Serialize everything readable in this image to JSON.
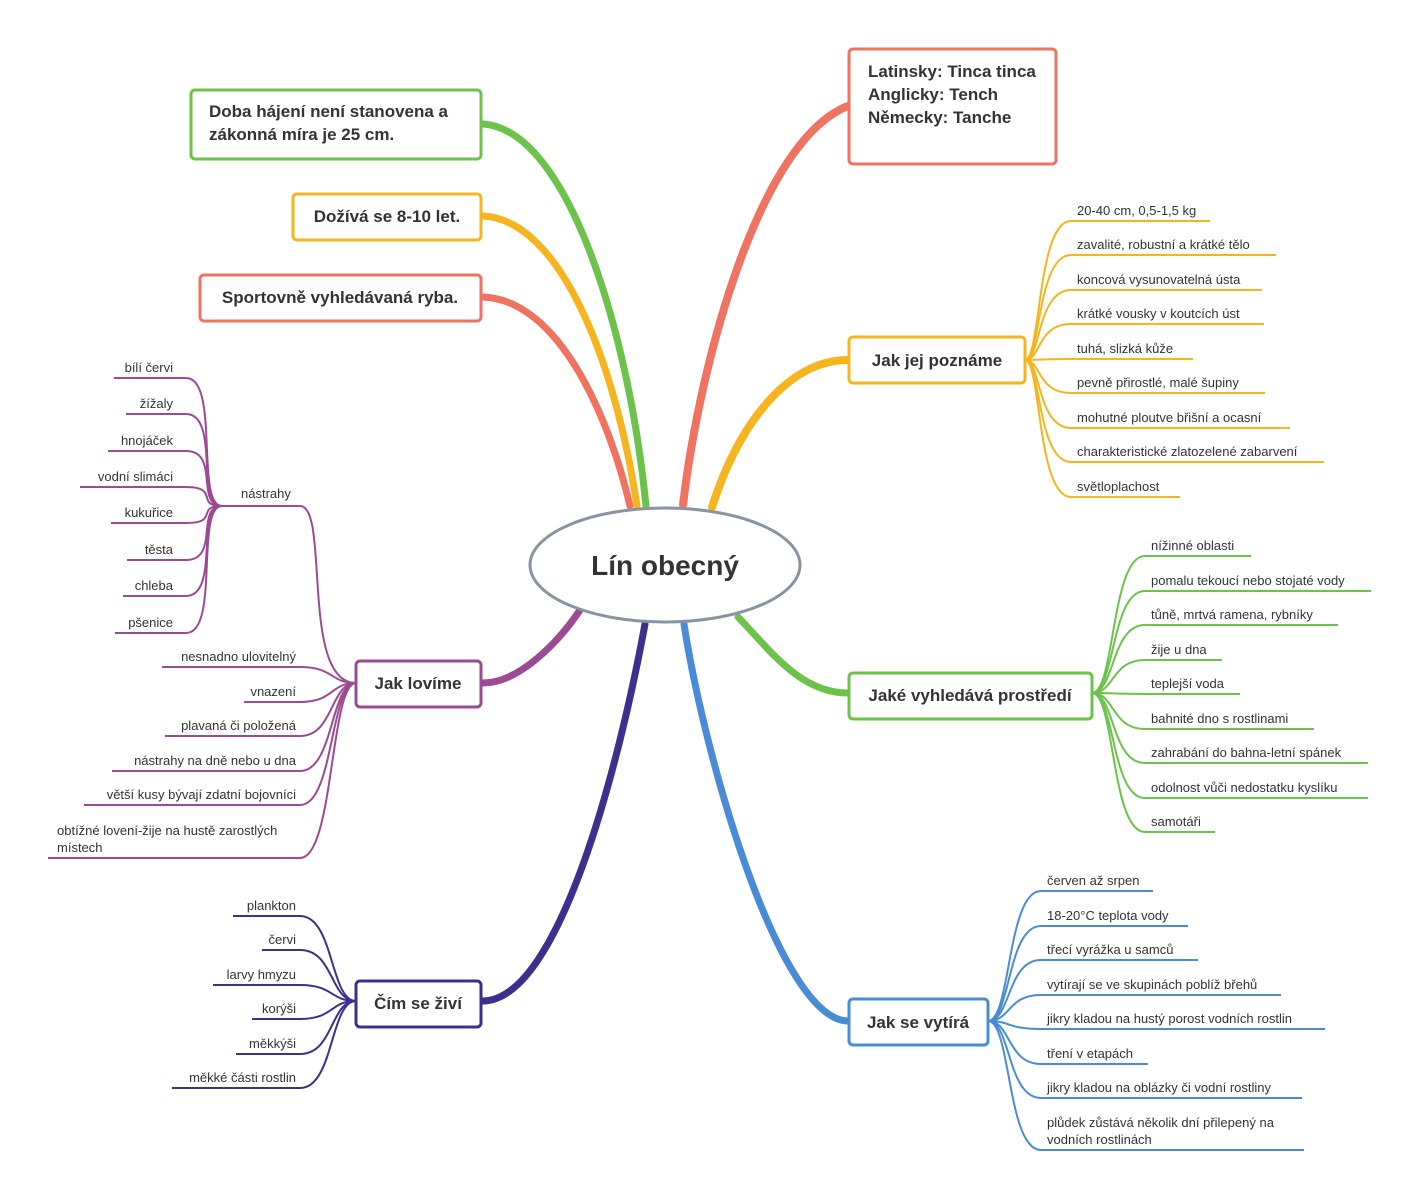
{
  "central": {
    "title": "Lín obecný",
    "border_color": "#8a94a0"
  },
  "branches": [
    {
      "id": "names",
      "color": "#f07361",
      "lines": [
        "Latinsky: Tinca tinca",
        "Anglicky: Tench",
        "Německy: Tanche"
      ],
      "children": []
    },
    {
      "id": "identify",
      "color": "#f6b51e",
      "lines": [
        "Jak jej poznáme"
      ],
      "children": [
        "20-40 cm, 0,5-1,5 kg",
        "zavalité, robustní a krátké tělo",
        "koncová vysunovatelná ústa",
        "krátké vousky v koutcích úst",
        "tuhá, slizká kůže",
        "pevně přirostlé, malé šupiny",
        "mohutné ploutve břišní a ocasní",
        "charakteristické zlatozelené zabarvení",
        "světloplachost"
      ]
    },
    {
      "id": "habitat",
      "color": "#6cc24a",
      "lines": [
        "Jaké vyhledává prostředí"
      ],
      "children": [
        "nížinné oblasti",
        "pomalu tekoucí nebo stojaté vody",
        "tůně, mrtvá ramena, rybníky",
        "žije u dna",
        "teplejší voda",
        "bahnité dno s rostlinami",
        "zahrabání do bahna-letní spánek",
        "odolnost vůči nedostatku kyslíku",
        "samotáři"
      ]
    },
    {
      "id": "spawning",
      "color": "#4a8bd6",
      "lines": [
        "Jak se vytírá"
      ],
      "children": [
        "červen až srpen",
        "18-20°C teplota vody",
        "třecí vyrážka u samců",
        "vytírají se ve skupinách poblíž břehů",
        "jikry kladou na hustý porost vodních rostlin",
        "tření v etapách",
        "jikry kladou na oblázky či vodní rostliny",
        "plůdek zůstává několik dní přilepený na vodních rostlinách"
      ]
    },
    {
      "id": "food",
      "color": "#3d2f8e",
      "lines": [
        "Čím se živí"
      ],
      "children": [
        "plankton",
        "červi",
        "larvy hmyzu",
        "korýši",
        "měkkýši",
        "měkké části rostlin"
      ]
    },
    {
      "id": "fishing",
      "color": "#9b4a93",
      "lines": [
        "Jak lovíme"
      ],
      "children": [
        "nástrahy",
        "nesnadno ulovitelný",
        "vnazení",
        "plavaná či položená",
        "nástrahy na dně nebo u dna",
        "větší kusy bývají zdatní bojovníci",
        "obtížné lovení-žije na hustě zarostlých místech"
      ],
      "baits": [
        "bílí červi",
        "žížaly",
        "hnojáček",
        "vodní slimáci",
        "kukuřice",
        "těsta",
        "chleba",
        "pšenice"
      ]
    },
    {
      "id": "sport",
      "color": "#f07361",
      "lines": [
        "Sportovně vyhledávaná ryba."
      ],
      "children": []
    },
    {
      "id": "lifespan",
      "color": "#f6b51e",
      "lines": [
        "Dožívá se 8-10 let."
      ],
      "children": []
    },
    {
      "id": "protection",
      "color": "#6cc24a",
      "lines": [
        "Doba hájení není stanovena a",
        "zákonná míra je 25 cm."
      ],
      "children": []
    }
  ]
}
